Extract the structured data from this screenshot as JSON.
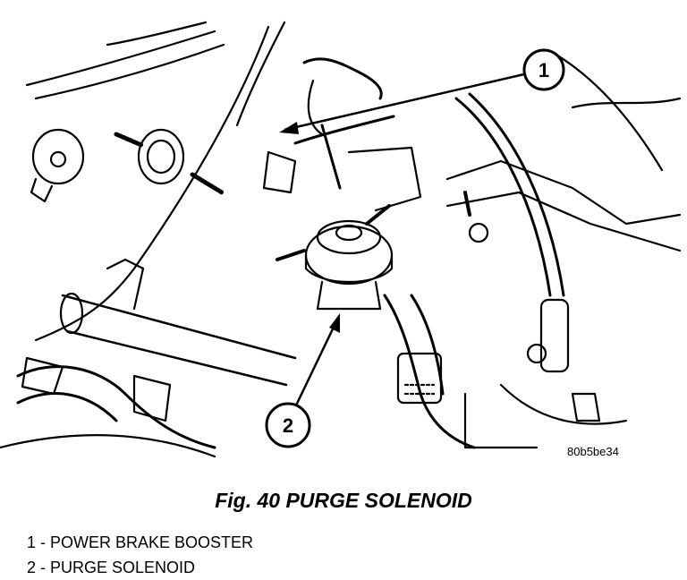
{
  "figure": {
    "title": "Fig. 40 PURGE SOLENOID",
    "reference_code": "80b5be34"
  },
  "callouts": [
    {
      "number": "1",
      "label": "POWER BRAKE BOOSTER"
    },
    {
      "number": "2",
      "label": "PURGE SOLENOID"
    }
  ],
  "legend": [
    {
      "text": "1 - POWER BRAKE BOOSTER"
    },
    {
      "text": "2 - PURGE SOLENOID"
    }
  ]
}
